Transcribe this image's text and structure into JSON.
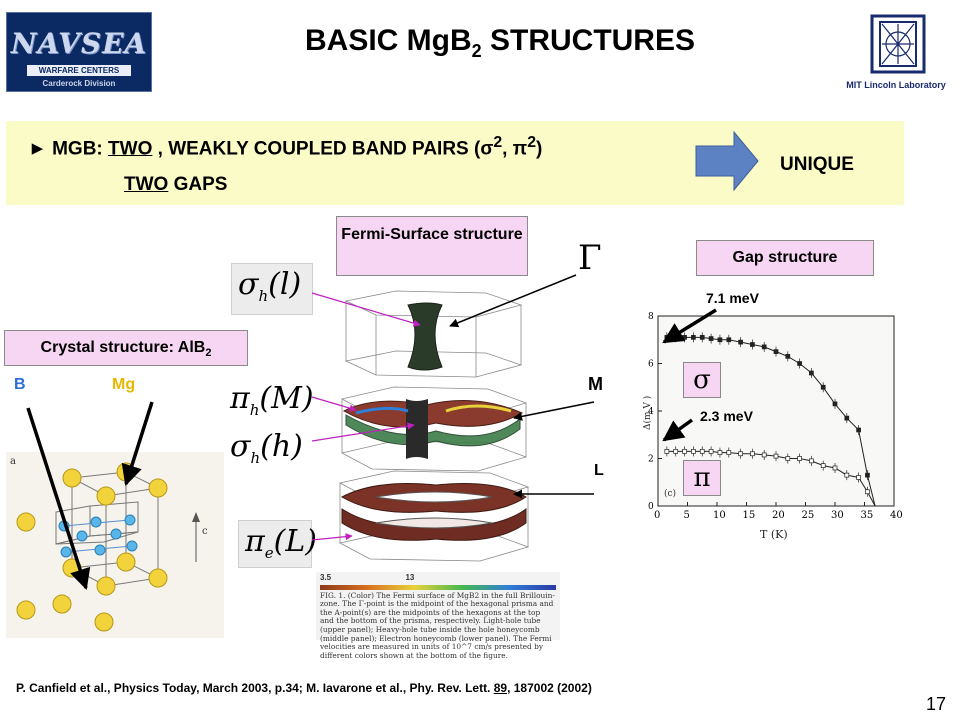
{
  "header": {
    "logo_word": "NAVSEA",
    "logo_sub": "WARFARE CENTERS",
    "logo_division": "Carderock Division",
    "title_main": "BASIC  MgB",
    "title_sub": "2",
    "title_rest": "  STRUCTURES",
    "lab": "MIT Lincoln Laboratory"
  },
  "band": {
    "line1_a": "► MGB: ",
    "line1_u": "TWO",
    "line1_b": " , WEAKLY COUPLED  BAND PAIRS (σ",
    "line1_s1": "2",
    "line1_c": ", π",
    "line1_s2": "2",
    "line1_d": ")",
    "line2_u": "TWO",
    "line2_b": "  GAPS",
    "unique": "UNIQUE"
  },
  "labels": {
    "fermi_box": "Fermi-Surface structure",
    "gap_box": "Gap structure",
    "crystal_box_main": "Crystal structure: AlB",
    "crystal_box_sub": "2",
    "atom_b": "B",
    "atom_mg": "Mg",
    "point_m": "M",
    "point_l": "L",
    "point_gamma": "Γ",
    "mev_high": "7.1 meV",
    "mev_low": "2.3 meV",
    "sigma": "σ",
    "pi": "π"
  },
  "equations": {
    "sig_l_sym": "σ",
    "sig_l_sub": "h",
    "sig_l_arg": "(l)",
    "pi_m_sym": "π",
    "pi_m_sub": "h",
    "pi_m_arg": "(M)",
    "sig_h_sym": "σ",
    "sig_h_sub": "h",
    "sig_h_arg": "(h)",
    "pi_l_sym": "π",
    "pi_l_sub": "e",
    "pi_l_arg": "(L)"
  },
  "fermi_caption": {
    "cb_min": "3.5",
    "cb_max": "13",
    "text": "FIG. 1.   (Color) The Fermi surface of MgB2 in the full Brillouin-zone. The Γ-point is the midpoint of the hexagonal prisma and the A-point(s) are the midpoints of the hexagons at the top and the bottom of the prisma, respectively. Light-hole tube (upper panel); Heavy-hole tube inside the hole honeycomb (middle panel); Electron honeycomb (lower panel). The Fermi velocities are measured in units of 10^7 cm/s presented by different colors shown at the bottom of the figure."
  },
  "graph": {
    "ylabel": "Δ(m V )",
    "xlabel": "T (K)",
    "panel_tag": "(c)",
    "x_ticks": [
      "0",
      "5",
      "10",
      "15",
      "20",
      "25",
      "30",
      "35",
      "40"
    ],
    "y_ticks": [
      "0",
      "2",
      "4",
      "6",
      "8"
    ]
  },
  "chart_data": {
    "type": "scatter",
    "title": "",
    "xlabel": "T (K)",
    "ylabel": "Δ(m V )",
    "xlim": [
      0,
      40
    ],
    "ylim": [
      0,
      8
    ],
    "series": [
      {
        "x": [
          1.5,
          3,
          4.5,
          6,
          7.5,
          9,
          10.5,
          12,
          14,
          16,
          18,
          20,
          22,
          24,
          26,
          28,
          30,
          32,
          34,
          35.5
        ],
        "values": [
          7.1,
          7.1,
          7.1,
          7.1,
          7.1,
          7.05,
          7.0,
          7.0,
          6.9,
          6.8,
          6.7,
          6.5,
          6.3,
          6.0,
          5.6,
          5.0,
          4.3,
          3.7,
          3.2,
          1.3
        ]
      },
      {
        "x": [
          1.5,
          3,
          4.5,
          6,
          7.5,
          9,
          10.5,
          12,
          14,
          16,
          18,
          20,
          22,
          24,
          26,
          28,
          30,
          32,
          34,
          35.5
        ],
        "values": [
          2.3,
          2.3,
          2.3,
          2.3,
          2.3,
          2.3,
          2.25,
          2.25,
          2.2,
          2.2,
          2.15,
          2.1,
          2.0,
          2.0,
          1.9,
          1.7,
          1.6,
          1.3,
          1.2,
          0.6
        ]
      }
    ],
    "grid": false,
    "legend": "none"
  },
  "citation": {
    "a": "P. Canfield et al., Physics Today, March 2003, p.34; M. Iavarone et al., Phy. Rev. Lett. ",
    "u": "89",
    "b": ", 187002 (2002)"
  },
  "slide_number": "17"
}
